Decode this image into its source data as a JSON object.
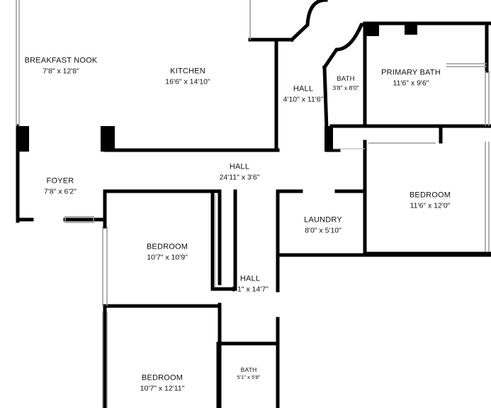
{
  "rooms": {
    "breakfast_nook": {
      "name": "BREAKFAST NOOK",
      "dims": "7'8\" x 12'8\""
    },
    "kitchen": {
      "name": "KITCHEN",
      "dims": "16'6\" x 14'10\""
    },
    "hall_upper": {
      "name": "HALL",
      "dims": "4'10\" x 11'6\""
    },
    "bath_upper": {
      "name": "BATH",
      "dims": "3'8\" x 8'0\""
    },
    "primary_bath": {
      "name": "PRIMARY BATH",
      "dims": "11'6\" x 9'6\""
    },
    "foyer": {
      "name": "FOYER",
      "dims": "7'8\" x 6'2\""
    },
    "hall_main": {
      "name": "HALL",
      "dims": "24'11\" x 3'6\""
    },
    "bedroom_east": {
      "name": "BEDROOM",
      "dims": "11'6\" x 12'0\""
    },
    "laundry": {
      "name": "LAUNDRY",
      "dims": "8'0\" x 5'10\""
    },
    "bedroom_mid": {
      "name": "BEDROOM",
      "dims": "10'7\" x 10'9\""
    },
    "hall_lower": {
      "name": "HALL",
      "dims": "5'1\" x 14'7\""
    },
    "bedroom_south": {
      "name": "BEDROOM",
      "dims": "10'7\" x 12'11\""
    },
    "bath_lower": {
      "name": "BATH",
      "dims": "5'1\" x 5'8\""
    }
  },
  "colors": {
    "wall": "#000000",
    "window": "#bbbbbb",
    "background": "#ffffff"
  }
}
